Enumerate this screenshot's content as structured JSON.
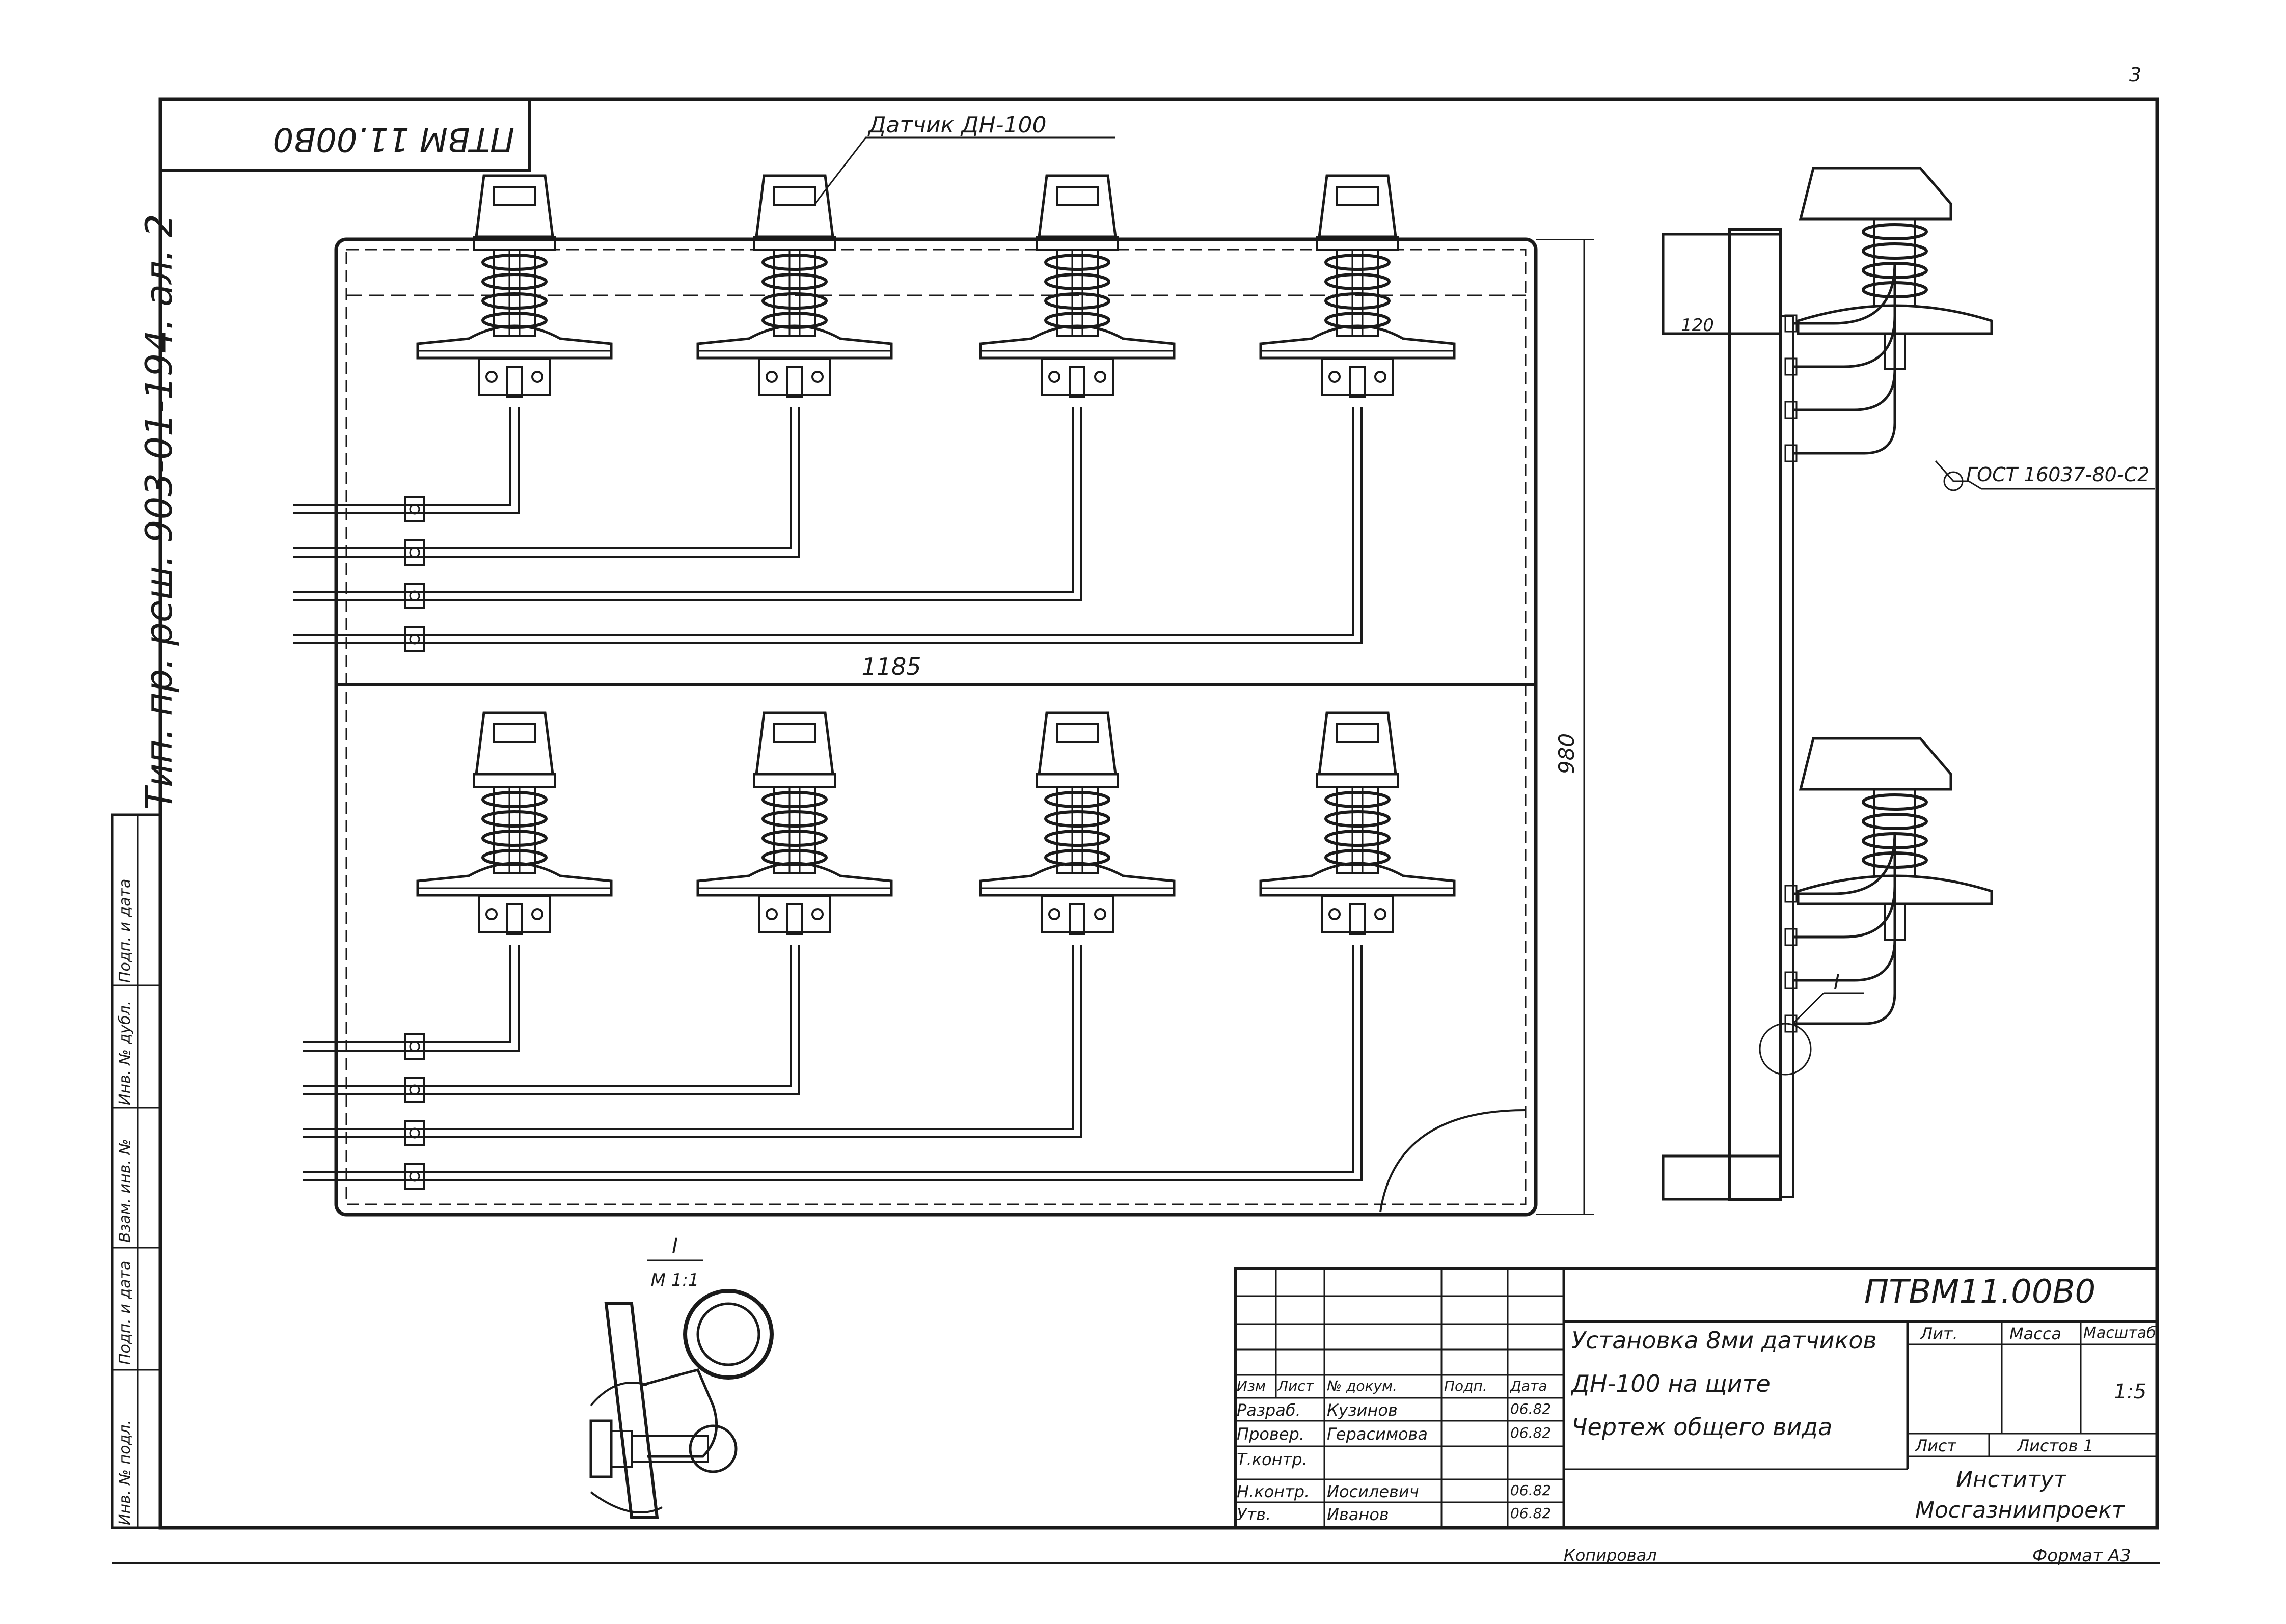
{
  "corner_mark": "3",
  "stamp_code": "ПТВМ 11.00В0",
  "project_ref": "Тип. пр. реш. 903-01-194. ал. 2",
  "sensor_label": "Датчик ДН-100",
  "dimensions": {
    "width": "1185",
    "height": "980",
    "depth": "120"
  },
  "gost_label": "ГОСТ 16037-80-С2",
  "detail": {
    "marker": "I",
    "title": "I",
    "scale": "М 1:1"
  },
  "left_strip": [
    "Взам. инв. №",
    "Инв. № дубл.",
    "Подп. и дата",
    "Подп. и дата",
    "Инв. № подл."
  ],
  "title_block": {
    "doc_code": "ПТВМ11.00В0",
    "title_lines": [
      "Установка 8ми датчиков",
      "ДН-100 на щите",
      "Чертеж общего вида"
    ],
    "header": {
      "izm": "Изм",
      "list": "Лист",
      "doc_no": "№ докум.",
      "sign": "Подп.",
      "date": "Дата"
    },
    "rows": [
      {
        "role": "Разраб.",
        "name": "Кузинов",
        "date": "06.82"
      },
      {
        "role": "Провер.",
        "name": "Герасимова",
        "date": "06.82"
      },
      {
        "role": "Т.контр.",
        "name": "",
        "date": ""
      },
      {
        "role": "Н.контр.",
        "name": "Иосилевич",
        "date": "06.82"
      },
      {
        "role": "Утв.",
        "name": "Иванов",
        "date": "06.82"
      }
    ],
    "lit": "Лит.",
    "massa": "Масса",
    "scale_hdr": "Масштаб",
    "scale_val": "1:5",
    "sheet": "Лист",
    "sheets": "Листов 1",
    "org_line1": "Институт",
    "org_line2": "Мосгазниипроект"
  },
  "copied_by": "Копировал",
  "format_label": "Формат А3"
}
